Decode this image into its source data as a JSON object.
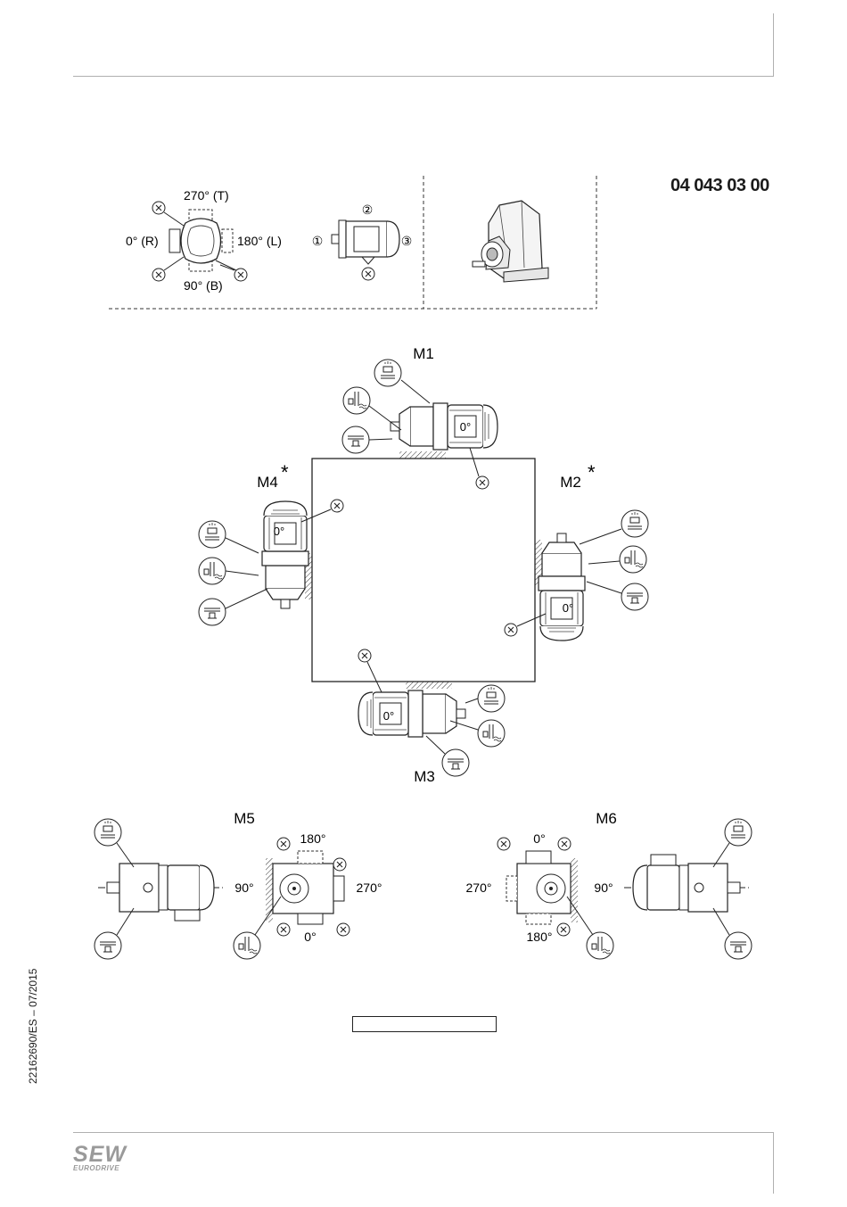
{
  "header": {
    "doc_number": "04 043 03 00"
  },
  "footer": {
    "side_code": "22162690/ES – 07/2015",
    "logo_main": "SEW",
    "logo_sub": "EURODRIVE"
  },
  "legend": {
    "angle_top": "270° (T)",
    "angle_left": "0° (R)",
    "angle_right": "180° (L)",
    "angle_bottom": "90° (B)",
    "pos1": "①",
    "pos2": "②",
    "pos3": "③",
    "x_mark": "X"
  },
  "positions": {
    "m1": "M1",
    "m2": "M2",
    "m3": "M3",
    "m4": "M4",
    "m5": "M5",
    "m6": "M6",
    "asterisk": "*",
    "box_angle": "0°"
  },
  "m5_angles": {
    "top": "180°",
    "left": "90°",
    "right": "270°",
    "bottom": "0°"
  },
  "m6_angles": {
    "top": "0°",
    "left": "270°",
    "right": "90°",
    "bottom": "180°"
  },
  "caption_text": ""
}
